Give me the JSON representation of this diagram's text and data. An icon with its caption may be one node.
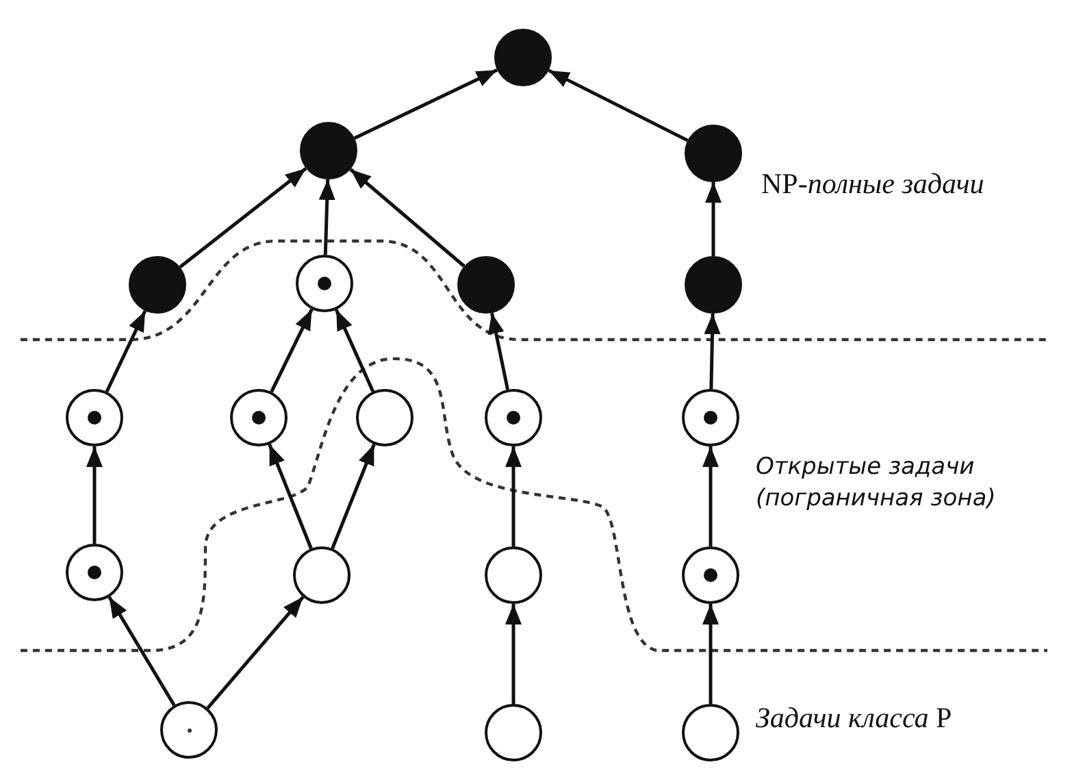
{
  "diagram": {
    "nodes": [
      {
        "text": [],
        "shape": "circle"
      },
      {
        "text": [],
        "shape": "circle"
      },
      {
        "text": [],
        "shape": "circle"
      },
      {
        "text": [],
        "shape": "circle"
      },
      {
        "text": [],
        "shape": "circle"
      },
      {
        "text": [],
        "shape": "circle"
      },
      {
        "text": [],
        "shape": "circle"
      },
      {
        "text": [],
        "shape": "circle"
      },
      {
        "text": [],
        "shape": "circle"
      },
      {
        "text": [],
        "shape": "circle"
      },
      {
        "text": [],
        "shape": "circle"
      },
      {
        "text": [],
        "shape": "circle"
      },
      {
        "text": [],
        "shape": "circle"
      },
      {
        "text": [],
        "shape": "circle"
      },
      {
        "text": [],
        "shape": "circle"
      },
      {
        "text": [],
        "shape": "circle"
      },
      {
        "text": [],
        "shape": "circle"
      },
      {
        "text": [],
        "shape": "circle"
      },
      {
        "text": [],
        "shape": "circle"
      }
    ],
    "edges": [
      {
        "from": 1,
        "to": 0,
        "arrow": "to"
      },
      {
        "from": 2,
        "to": 0,
        "arrow": "to"
      },
      {
        "from": 3,
        "to": 1,
        "arrow": "to"
      },
      {
        "from": 4,
        "to": 1,
        "arrow": "to"
      },
      {
        "from": 5,
        "to": 1,
        "arrow": "to"
      },
      {
        "from": 6,
        "to": 2,
        "arrow": "to"
      },
      {
        "from": 7,
        "to": 3,
        "arrow": "to"
      },
      {
        "from": 8,
        "to": 4,
        "arrow": "to"
      },
      {
        "from": 9,
        "to": 4,
        "arrow": "to"
      },
      {
        "from": 10,
        "to": 5,
        "arrow": "to"
      },
      {
        "from": 11,
        "to": 6,
        "arrow": "to"
      },
      {
        "from": 12,
        "to": 7,
        "arrow": "to"
      },
      {
        "from": 13,
        "to": 8,
        "arrow": "to"
      },
      {
        "from": 13,
        "to": 9,
        "arrow": "to"
      },
      {
        "from": 14,
        "to": 10,
        "arrow": "to"
      },
      {
        "from": 15,
        "to": 11,
        "arrow": "to"
      },
      {
        "from": 16,
        "to": 12,
        "arrow": "to"
      },
      {
        "from": 16,
        "to": 13,
        "arrow": "to"
      },
      {
        "from": 17,
        "to": 14,
        "arrow": "to"
      },
      {
        "from": 18,
        "to": 15,
        "arrow": "to"
      }
    ],
    "labels": [
      "NP-*полные задачи*",
      "Открытые задачи (пограничная зона)",
      "*Задачи класса* P"
    ]
  }
}
